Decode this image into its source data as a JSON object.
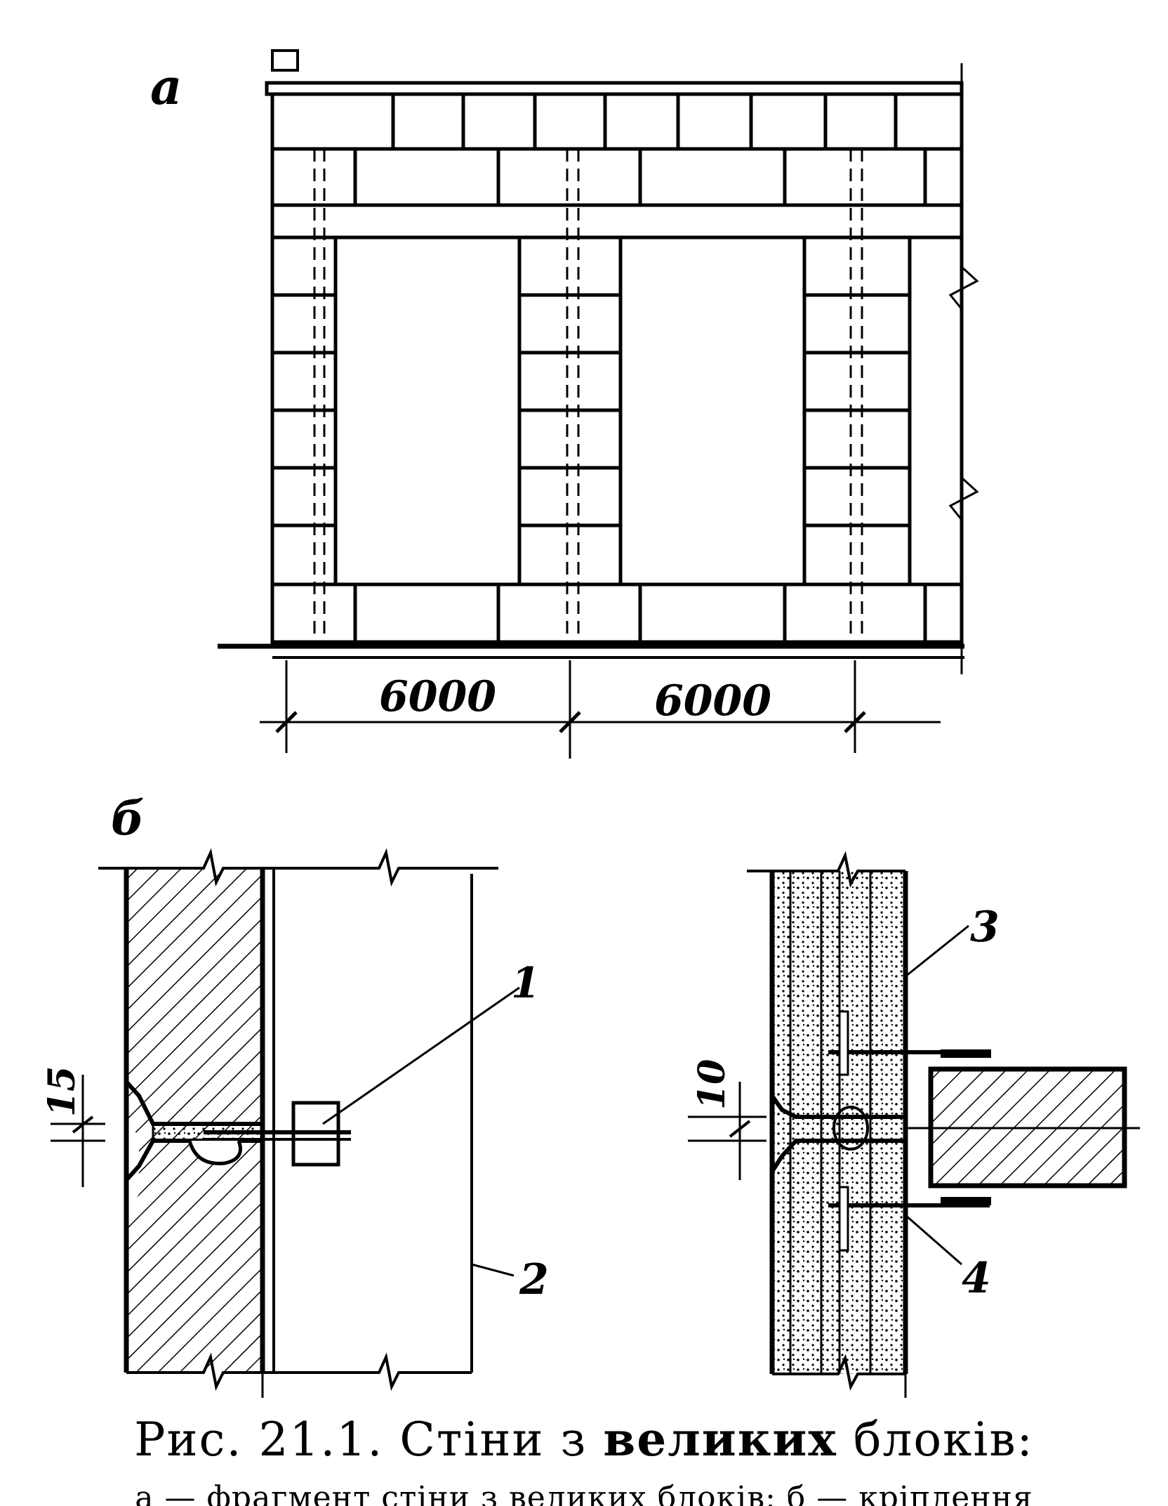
{
  "figure": {
    "label_a": "a",
    "label_b": "б",
    "dimensions": [
      "6000",
      "6000"
    ],
    "callouts": [
      "1",
      "2",
      "3",
      "4"
    ],
    "joint_sizes": [
      "15",
      "10"
    ]
  },
  "caption": {
    "prefix": "Рис. 21.1. Стіни з ",
    "bold": "великих",
    "suffix": " блоків:",
    "subtitle": "а — фрагмент стіни з великих блоків; б — кріплення"
  }
}
